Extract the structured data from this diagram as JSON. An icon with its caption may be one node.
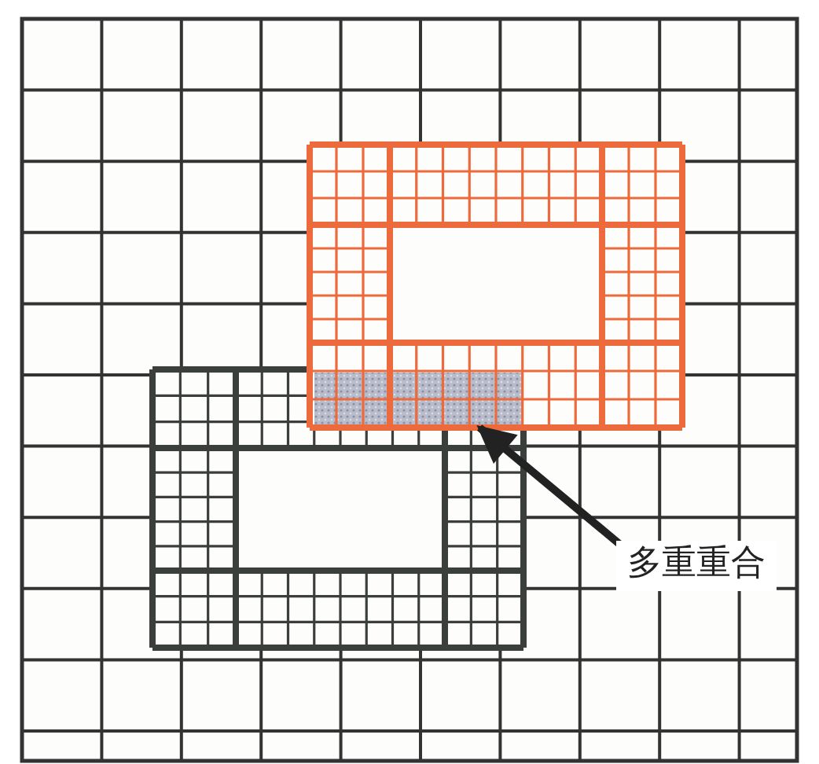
{
  "diagram": {
    "nodes": [
      {
        "text": [
          "多重重合"
        ]
      },
      {
        "text": [],
        "shape": "box"
      }
    ],
    "edges": [
      {
        "from": 0,
        "to": 1,
        "arrow": "to"
      }
    ]
  }
}
